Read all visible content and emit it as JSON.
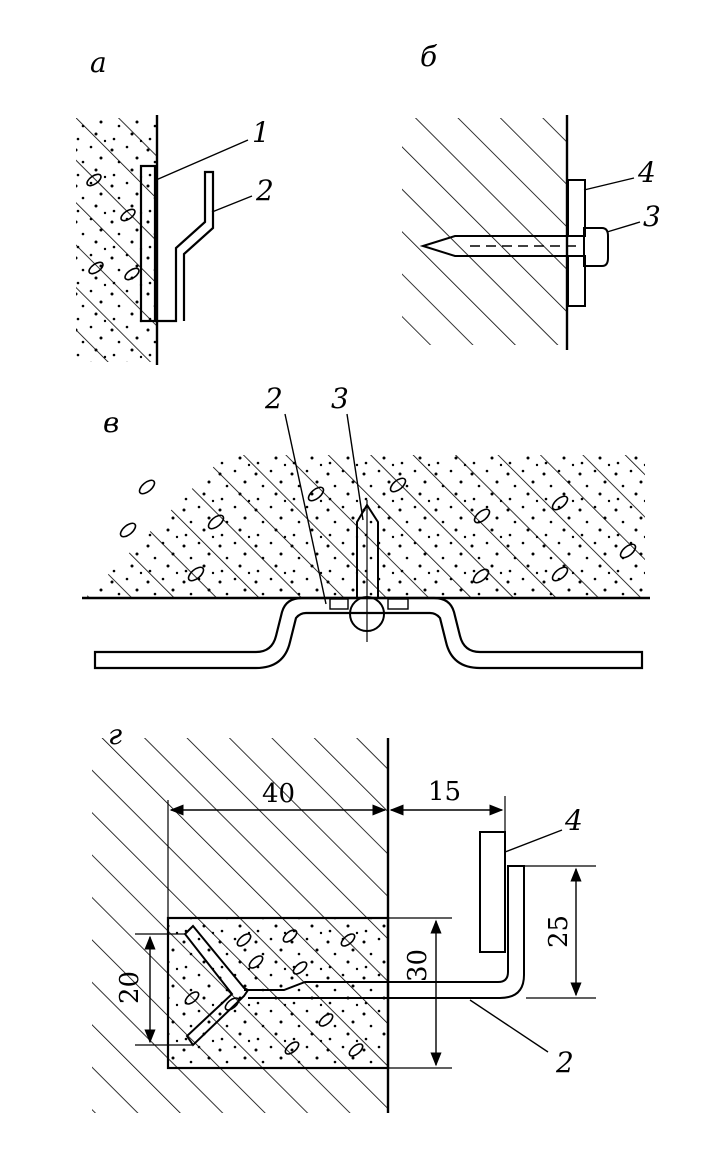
{
  "panels": {
    "a": {
      "letter": "а",
      "callouts": [
        "1",
        "2"
      ]
    },
    "b": {
      "letter": "б",
      "callouts": [
        "4",
        "3"
      ]
    },
    "v": {
      "letter": "в",
      "callouts": [
        "2",
        "3"
      ]
    },
    "g": {
      "letter": "г",
      "callouts": [
        "4",
        "2"
      ],
      "dimensions": {
        "embed_depth": "40",
        "offset": "15",
        "height_right": "25",
        "block_height": "30",
        "fork_height": "20"
      }
    }
  }
}
